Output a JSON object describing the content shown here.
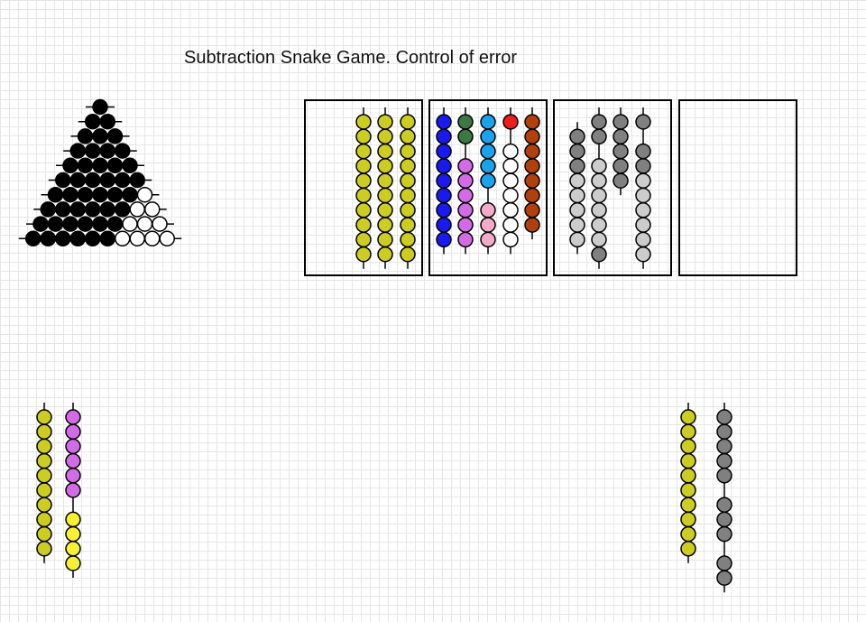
{
  "title": "Subtraction Snake Game. Control of error",
  "colors": {
    "black": "#000000",
    "white": "#ffffff",
    "olive": "#cccc22",
    "violet": "#d36ae6",
    "yellow": "#f7f034",
    "blue": "#1a1aee",
    "dark_green": "#3a7a42",
    "sky_blue": "#1aa3ec",
    "red": "#ee1c1c",
    "brown": "#b2400c",
    "pink": "#f4aac8",
    "dark_gray": "#808080",
    "light_gray": "#cccccc"
  },
  "triangle": {
    "rows": [
      1,
      2,
      3,
      4,
      5,
      6,
      7,
      8,
      9,
      10
    ],
    "white_count_by_row": [
      0,
      0,
      0,
      0,
      0,
      0,
      1,
      2,
      3,
      4
    ]
  },
  "boxes": [
    {
      "name": "box-1",
      "rods": [
        {
          "segments": [
            {
              "color": "olive",
              "count": 10
            }
          ]
        },
        {
          "segments": [
            {
              "color": "olive",
              "count": 10
            }
          ]
        },
        {
          "segments": [
            {
              "color": "olive",
              "count": 10
            }
          ]
        }
      ]
    },
    {
      "name": "box-2",
      "rods": [
        {
          "segments": [
            {
              "color": "blue",
              "count": 9
            }
          ]
        },
        {
          "segments": [
            {
              "color": "dark_green",
              "count": 2
            },
            {
              "gap": 1
            },
            {
              "color": "violet",
              "count": 6
            }
          ]
        },
        {
          "segments": [
            {
              "color": "sky_blue",
              "count": 5
            },
            {
              "gap": 1
            },
            {
              "color": "pink",
              "count": 3
            }
          ]
        },
        {
          "segments": [
            {
              "color": "red",
              "count": 1
            },
            {
              "gap": 1
            },
            {
              "color": "white",
              "count": 7
            }
          ]
        },
        {
          "segments": [
            {
              "color": "brown",
              "count": 8
            }
          ]
        }
      ]
    },
    {
      "name": "box-3",
      "rods": [
        {
          "start": 1,
          "segments": [
            {
              "color": "dark_gray",
              "count": 3
            },
            {
              "color": "light_gray",
              "count": 5
            }
          ]
        },
        {
          "segments": [
            {
              "color": "dark_gray",
              "count": 2
            },
            {
              "gap": 1
            },
            {
              "color": "light_gray",
              "count": 6
            },
            {
              "color": "dark_gray",
              "count": 1
            }
          ]
        },
        {
          "segments": [
            {
              "color": "dark_gray",
              "count": 5
            }
          ]
        },
        {
          "segments": [
            {
              "color": "dark_gray",
              "count": 1
            },
            {
              "gap": 1
            },
            {
              "color": "dark_gray",
              "count": 2
            },
            {
              "color": "light_gray",
              "count": 6
            }
          ]
        }
      ]
    },
    {
      "name": "box-4",
      "rods": []
    }
  ],
  "snakes": [
    {
      "name": "left-snake-ten-bar",
      "segments": [
        {
          "color": "olive",
          "count": 10
        }
      ]
    },
    {
      "name": "left-snake-violet-yellow",
      "segments": [
        {
          "color": "violet",
          "count": 6
        },
        {
          "gap": 1
        },
        {
          "color": "yellow",
          "count": 4
        }
      ]
    },
    {
      "name": "right-snake-ten-bar",
      "segments": [
        {
          "color": "olive",
          "count": 10
        }
      ]
    },
    {
      "name": "right-snake-gray",
      "segments": [
        {
          "color": "dark_gray",
          "count": 5
        },
        {
          "gap": 1
        },
        {
          "color": "dark_gray",
          "count": 3
        },
        {
          "gap": 1
        },
        {
          "color": "dark_gray",
          "count": 2
        }
      ]
    }
  ]
}
